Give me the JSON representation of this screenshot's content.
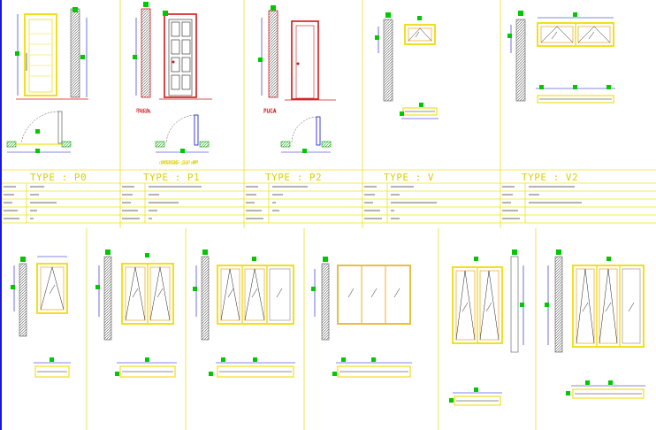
{
  "panels_top": [
    {
      "type_label": "TYPE : P0",
      "plan_label": "",
      "opening_label": "",
      "rows": [
        "",
        "",
        "",
        "",
        ""
      ]
    },
    {
      "type_label": "TYPE : P1",
      "plan_label": "PUCA",
      "opening_label": "OPENING 320 MM",
      "rows": [
        "",
        "",
        "",
        "",
        ""
      ]
    },
    {
      "type_label": "TYPE : P2",
      "plan_label": "PUCA",
      "opening_label": "",
      "rows": [
        "",
        "",
        "",
        "",
        ""
      ]
    },
    {
      "type_label": "TYPE : V",
      "plan_label": "",
      "opening_label": "",
      "rows": [
        "",
        "",
        "",
        "",
        ""
      ]
    },
    {
      "type_label": "TYPE : V2",
      "plan_label": "",
      "opening_label": "",
      "rows": [
        "",
        "",
        "",
        "",
        ""
      ]
    }
  ],
  "row_headers": [
    "",
    "",
    "",
    "",
    ""
  ],
  "colors": {
    "frame": "#f0e020",
    "jamb": "#e8b040",
    "door_red": "#d01818",
    "marker": "#00c800",
    "dim": "#1010d0",
    "sash": "#a0a0a0",
    "border": "#1818e0"
  }
}
